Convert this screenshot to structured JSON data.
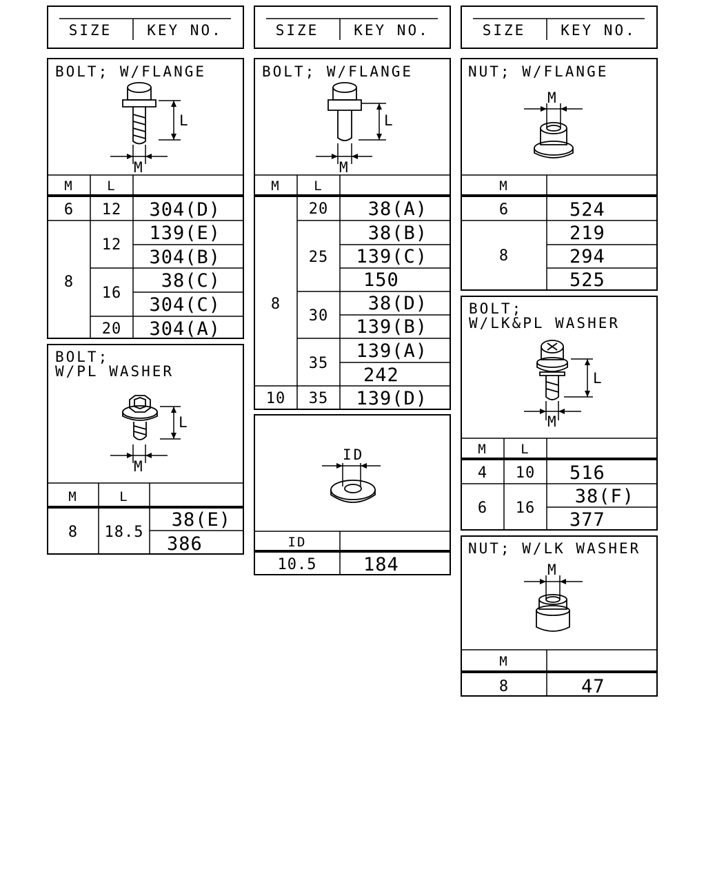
{
  "columns": [
    {
      "size_label": "SIZE",
      "key_label": "KEY NO."
    },
    {
      "size_label": "SIZE",
      "key_label": "KEY NO."
    },
    {
      "size_label": "SIZE",
      "key_label": "KEY NO."
    }
  ],
  "dimension_labels": {
    "m": "M",
    "l": "L",
    "id": "ID"
  },
  "panels": {
    "bolt_flange_a": {
      "title": "BOLT; W/FLANGE",
      "headers": [
        "M",
        "L"
      ],
      "rows": [
        {
          "m": "6",
          "l": "12",
          "key": "304(D)"
        },
        {
          "m": "8",
          "l": "12",
          "key": "139(E)"
        },
        {
          "m": "8",
          "l": "12",
          "key": "304(B)"
        },
        {
          "m": "8",
          "l": "16",
          "key": "38(C)"
        },
        {
          "m": "8",
          "l": "16",
          "key": "304(C)"
        },
        {
          "m": "8",
          "l": "20",
          "key": "304(A)"
        }
      ]
    },
    "bolt_pl_washer": {
      "title_line1": "BOLT;",
      "title_line2": "W/PL WASHER",
      "headers": [
        "M",
        "L"
      ],
      "rows": [
        {
          "m": "8",
          "l": "18.5",
          "key": "38(E)"
        },
        {
          "m": "8",
          "l": "18.5",
          "key": "386"
        }
      ]
    },
    "bolt_flange_b": {
      "title": "BOLT; W/FLANGE",
      "headers": [
        "M",
        "L"
      ],
      "rows": [
        {
          "m": "8",
          "l": "20",
          "key": "38(A)"
        },
        {
          "m": "8",
          "l": "25",
          "key": "38(B)"
        },
        {
          "m": "8",
          "l": "25",
          "key": "139(C)"
        },
        {
          "m": "8",
          "l": "25",
          "key": "150"
        },
        {
          "m": "8",
          "l": "30",
          "key": "38(D)"
        },
        {
          "m": "8",
          "l": "30",
          "key": "139(B)"
        },
        {
          "m": "8",
          "l": "35",
          "key": "139(A)"
        },
        {
          "m": "8",
          "l": "35",
          "key": "242"
        },
        {
          "m": "10",
          "l": "35",
          "key": "139(D)"
        }
      ]
    },
    "washer": {
      "headers": [
        "ID"
      ],
      "rows": [
        {
          "id": "10.5",
          "key": "184"
        }
      ]
    },
    "nut_flange": {
      "title": "NUT; W/FLANGE",
      "headers": [
        "M"
      ],
      "rows": [
        {
          "m": "6",
          "key": "524"
        },
        {
          "m": "8",
          "key": "219"
        },
        {
          "m": "8",
          "key": "294"
        },
        {
          "m": "8",
          "key": "525"
        }
      ]
    },
    "bolt_lk_pl_washer": {
      "title_line1": "BOLT;",
      "title_line2": "W/LK&PL WASHER",
      "headers": [
        "M",
        "L"
      ],
      "rows": [
        {
          "m": "4",
          "l": "10",
          "key": "516"
        },
        {
          "m": "6",
          "l": "16",
          "key": "38(F)"
        },
        {
          "m": "6",
          "l": "16",
          "key": "377"
        }
      ]
    },
    "nut_lk_washer": {
      "title": "NUT; W/LK WASHER",
      "headers": [
        "M"
      ],
      "rows": [
        {
          "m": "8",
          "key": "47"
        }
      ]
    }
  }
}
